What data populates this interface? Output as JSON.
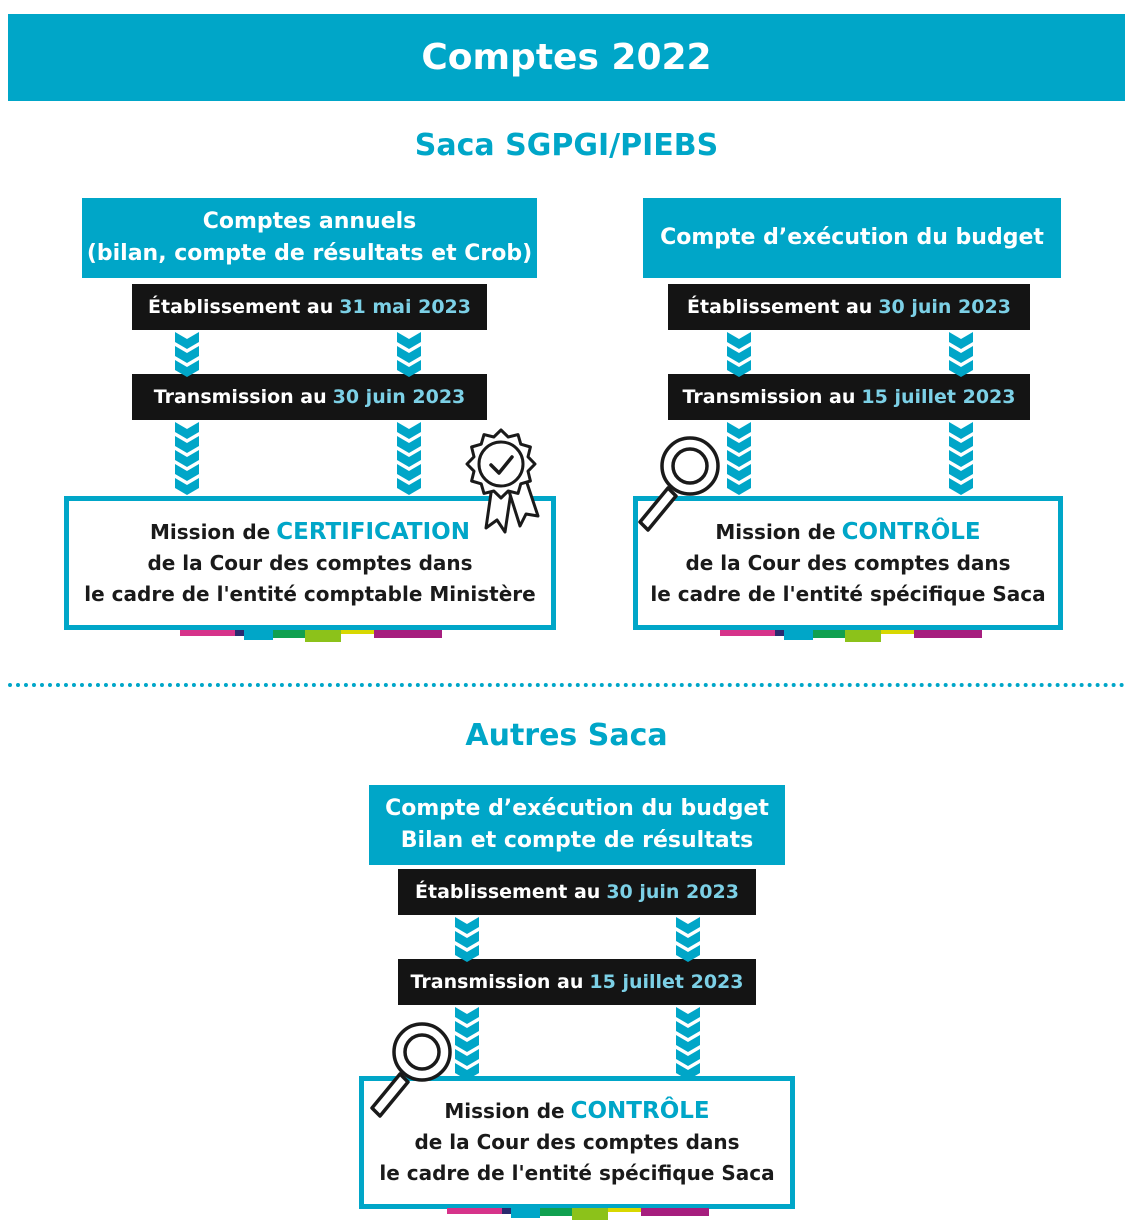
{
  "header": {
    "title": "Comptes 2022"
  },
  "sections": {
    "sgpgi": {
      "title": "Saca SGPGI/PIEBS",
      "left": {
        "doc_line1": "Comptes annuels",
        "doc_line2": "(bilan, compte de résultats et Crob)",
        "etab_label": "Établissement au",
        "etab_date": "31 mai 2023",
        "trans_label": "Transmission au",
        "trans_date": "30 juin 2023",
        "mission_prefix": "Mission de",
        "mission_keyword": "CERTIFICATION",
        "mission_line2": "de la Cour des comptes dans",
        "mission_line3": "le cadre de l'entité comptable Ministère",
        "icon": "certification-badge-icon"
      },
      "right": {
        "doc_line1": "Compte d’exécution du budget",
        "etab_label": "Établissement au",
        "etab_date": "30 juin 2023",
        "trans_label": "Transmission au",
        "trans_date": "15 juillet 2023",
        "mission_prefix": "Mission de",
        "mission_keyword": "CONTRÔLE",
        "mission_line2": "de la Cour des comptes dans",
        "mission_line3": "le cadre de l'entité spécifique Saca",
        "icon": "magnifier-icon"
      }
    },
    "autres": {
      "title": "Autres Saca",
      "center": {
        "doc_line1": "Compte d’exécution du budget",
        "doc_line2": "Bilan et compte de résultats",
        "etab_label": "Établissement au",
        "etab_date": "30 juin 2023",
        "trans_label": "Transmission au",
        "trans_date": "15 juillet 2023",
        "mission_prefix": "Mission de",
        "mission_keyword": "CONTRÔLE",
        "mission_line2": "de la Cour des comptes dans",
        "mission_line3": "le cadre de l'entité spécifique Saca",
        "icon": "magnifier-icon"
      }
    }
  },
  "colors": {
    "accent": "#00a6c8",
    "dark": "#141414",
    "date_highlight": "#7cd0e6",
    "strip": [
      "#d6338a",
      "#2a2a6e",
      "#00a6c8",
      "#10a050",
      "#8cc21a",
      "#d8d800",
      "#a61e7e"
    ]
  }
}
